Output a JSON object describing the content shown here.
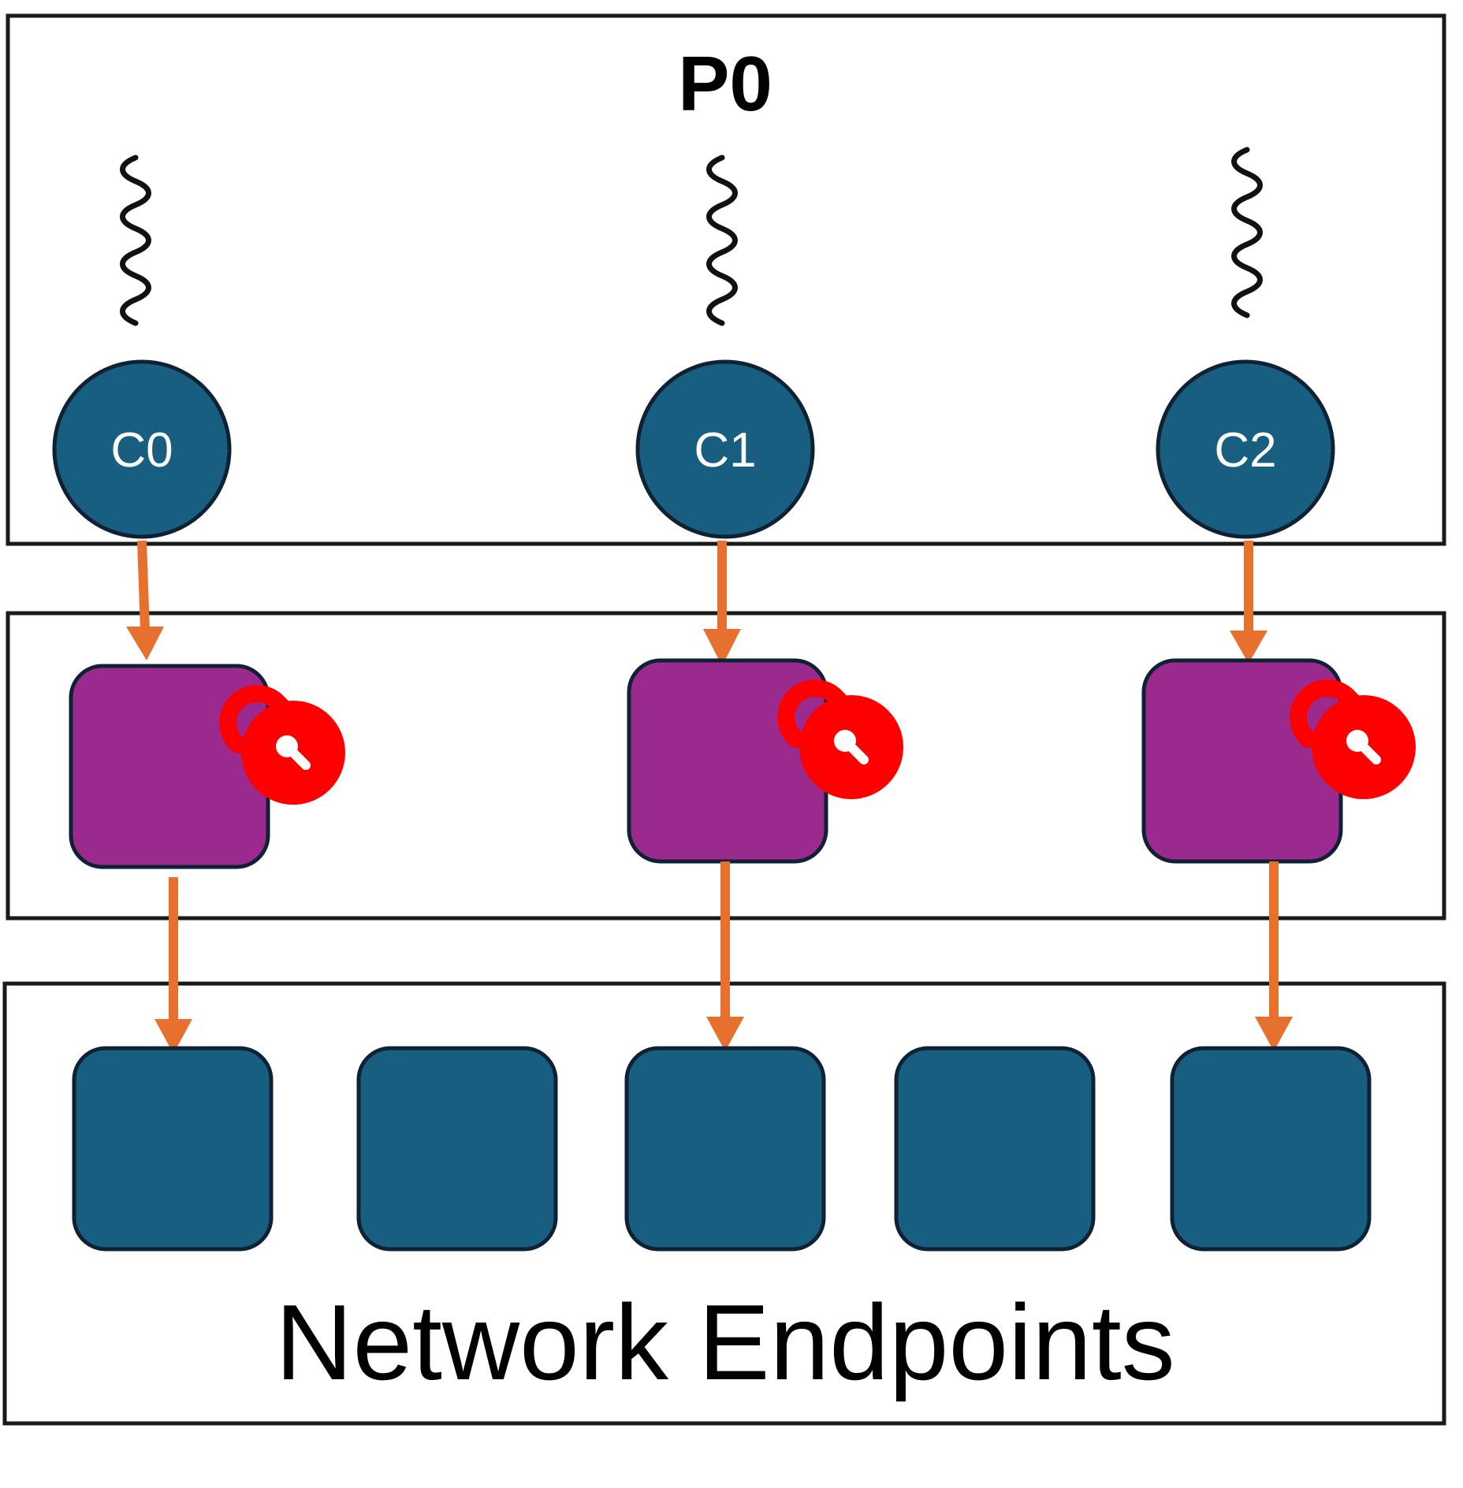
{
  "process": {
    "title": "P0"
  },
  "cores": [
    {
      "label": "C0"
    },
    {
      "label": "C1"
    },
    {
      "label": "C2"
    }
  ],
  "endpoints_section": {
    "label": "Network Endpoints"
  },
  "colors": {
    "core_fill": "#185e80",
    "context_fill": "#9b2a8e",
    "endpoint_fill": "#185e80",
    "arrow": "#e8702f",
    "lock": "#ff0000"
  },
  "icons": {
    "thread": "wavy-line-icon",
    "lock": "padlock-icon"
  }
}
